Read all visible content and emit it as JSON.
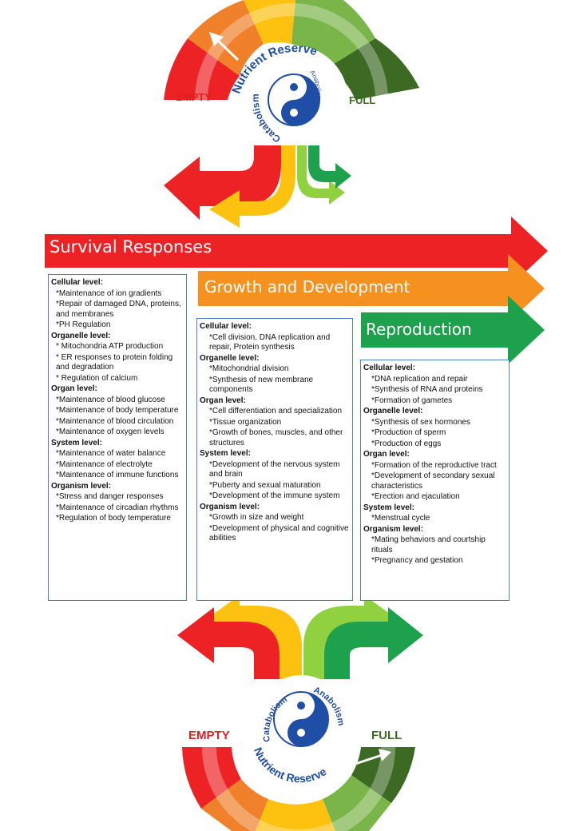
{
  "top_gauge": {
    "empty_label": "EMPTY",
    "full_label": "FULL",
    "ring_text": "Nutrient Reserve",
    "left_text": "Catabolism",
    "right_text": "Anabolism",
    "colors": [
      "#ec2224",
      "#f0802a",
      "#fdc10f",
      "#7ab54a",
      "#3c6a23"
    ]
  },
  "bottom_gauge": {
    "empty_label": "EMPTY",
    "full_label": "FULL",
    "ring_text": "Nutrient Reserve",
    "left_text": "Catabolism",
    "right_text": "Anabolism"
  },
  "bands": {
    "survival": {
      "title": "Survival Responses",
      "color": "#ec2224"
    },
    "growth": {
      "title": "Growth and Development",
      "color": "#f6901f"
    },
    "reproduction": {
      "title": "Reproduction",
      "color": "#1ea14d"
    }
  },
  "survival_box": [
    {
      "type": "sec",
      "text": "Cellular level:"
    },
    {
      "type": "it",
      "text": "*Maintenance of ion gradients"
    },
    {
      "type": "it",
      "text": "*Repair of damaged DNA, proteins, and membranes"
    },
    {
      "type": "it",
      "text": "*PH Regulation"
    },
    {
      "type": "sec",
      "text": "Organelle level:"
    },
    {
      "type": "it",
      "text": "* Mitochondria ATP production"
    },
    {
      "type": "it",
      "text": "* ER responses to protein folding and degradation"
    },
    {
      "type": "it",
      "text": "* Regulation of calcium"
    },
    {
      "type": "sec",
      "text": "Organ level:"
    },
    {
      "type": "it",
      "text": "*Maintenance of blood glucose"
    },
    {
      "type": "it",
      "text": "*Maintenance of body temperature"
    },
    {
      "type": "it",
      "text": "*Maintenance of blood circulation"
    },
    {
      "type": "it",
      "text": "*Maintenance of oxygen levels"
    },
    {
      "type": "sec",
      "text": "System level:"
    },
    {
      "type": "it",
      "text": "*Maintenance of water balance"
    },
    {
      "type": "it",
      "text": "*Maintenance of electrolyte"
    },
    {
      "type": "it",
      "text": "*Maintenance of immune functions"
    },
    {
      "type": "sec",
      "text": "Organism level:"
    },
    {
      "type": "it",
      "text": "*Stress and danger responses"
    },
    {
      "type": "it",
      "text": "*Maintenance of circadian rhythms"
    },
    {
      "type": "it",
      "text": "*Regulation of body temperature"
    }
  ],
  "growth_box": [
    {
      "type": "sec",
      "text": "Cellular level:"
    },
    {
      "type": "it",
      "text": "*Cell division, DNA replication and repair, Protein synthesis"
    },
    {
      "type": "sec",
      "text": "Organelle level:"
    },
    {
      "type": "it",
      "text": "*Mitochondrial division"
    },
    {
      "type": "it",
      "text": "*Synthesis of new membrane components"
    },
    {
      "type": "sec",
      "text": "Organ level:"
    },
    {
      "type": "it",
      "text": "*Cell differentiation and specialization"
    },
    {
      "type": "it",
      "text": "*Tissue organization"
    },
    {
      "type": "it",
      "text": "*Growth of bones, muscles, and other structures"
    },
    {
      "type": "sec",
      "text": "System level:"
    },
    {
      "type": "it",
      "text": "*Development of the nervous system and brain"
    },
    {
      "type": "it",
      "text": "*Puberty and sexual maturation"
    },
    {
      "type": "it",
      "text": "*Development of the immune system"
    },
    {
      "type": "sec",
      "text": "Organism level:"
    },
    {
      "type": "it",
      "text": "*Growth in size and weight"
    },
    {
      "type": "it",
      "text": "*Development of physical and cognitive abilities"
    }
  ],
  "repro_box": [
    {
      "type": "sec",
      "text": "Cellular level:"
    },
    {
      "type": "it",
      "text": "*DNA replication and repair"
    },
    {
      "type": "it",
      "text": "*Synthesis of RNA and proteins"
    },
    {
      "type": "it",
      "text": "*Formation of gametes"
    },
    {
      "type": "sec",
      "text": "Organelle level:"
    },
    {
      "type": "it",
      "text": "*Synthesis of sex hormones"
    },
    {
      "type": "it",
      "text": "*Production of sperm"
    },
    {
      "type": "it",
      "text": "*Production of eggs"
    },
    {
      "type": "sec",
      "text": "Organ level:"
    },
    {
      "type": "it",
      "text": "*Formation of the reproductive tract"
    },
    {
      "type": "it",
      "text": "*Development of secondary sexual characteristics"
    },
    {
      "type": "it",
      "text": "*Erection and ejaculation"
    },
    {
      "type": "sec",
      "text": "System level:"
    },
    {
      "type": "it",
      "text": "*Menstrual cycle"
    },
    {
      "type": "sec",
      "text": "Organism level:"
    },
    {
      "type": "it",
      "text": "*Mating behaviors and courtship rituals"
    },
    {
      "type": "it",
      "text": "*Pregnancy and gestation"
    }
  ]
}
